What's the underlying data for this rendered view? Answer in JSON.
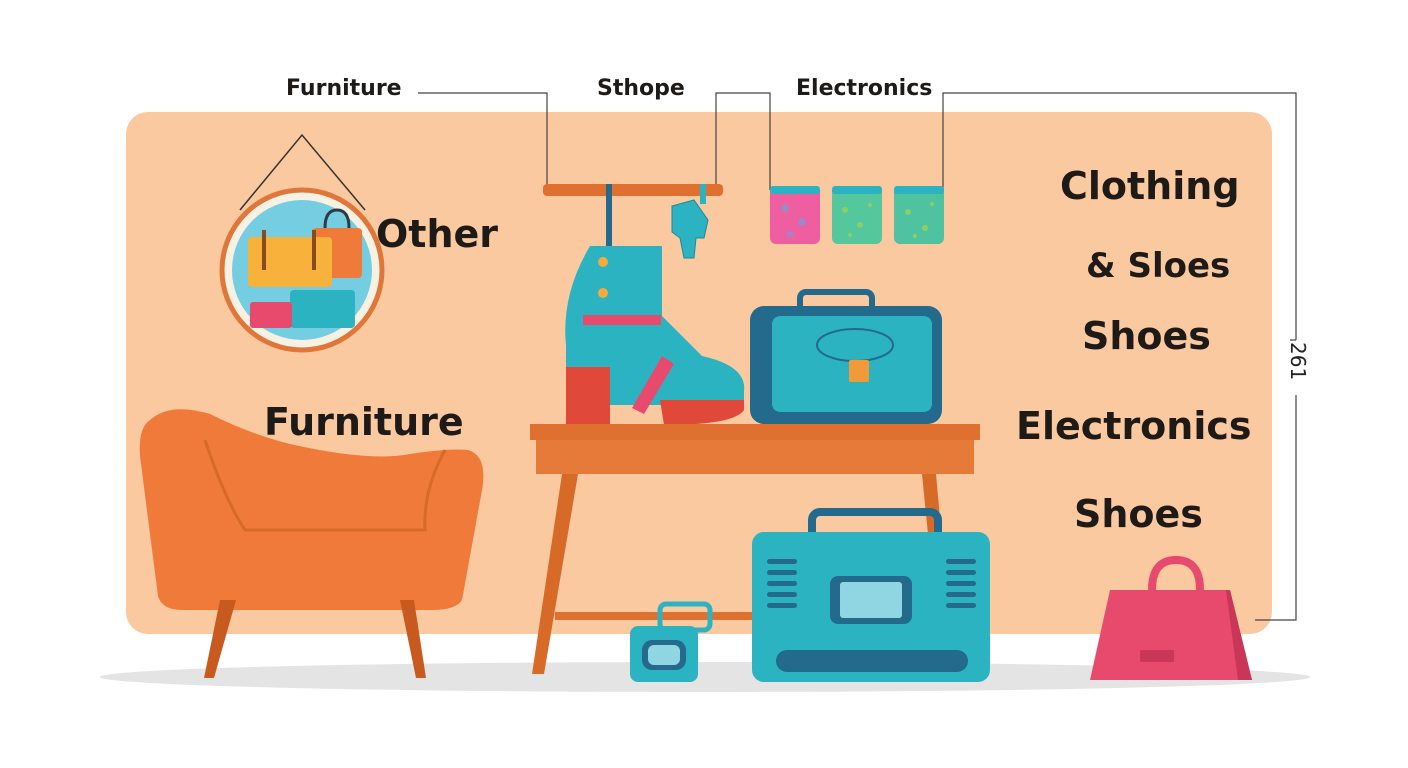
{
  "top_labels": {
    "furniture": "Furniture",
    "shope": "Sthope",
    "electronics": "Electronics"
  },
  "scene_labels": {
    "other": "Other",
    "furniture": "Furniture",
    "clothing": "Clothing",
    "and_shoes": "& Sloes",
    "shoes_1": "Shoes",
    "electronics": "Electronics",
    "shoes_2": "Shoes"
  },
  "dimension": {
    "value": "261"
  },
  "colors": {
    "panel": "#fbc9a0",
    "orange": "#f07a3a",
    "teal": "#2bb3c2",
    "navy": "#236a8c",
    "pink": "#e84a6e",
    "yellow": "#f8a93a"
  }
}
